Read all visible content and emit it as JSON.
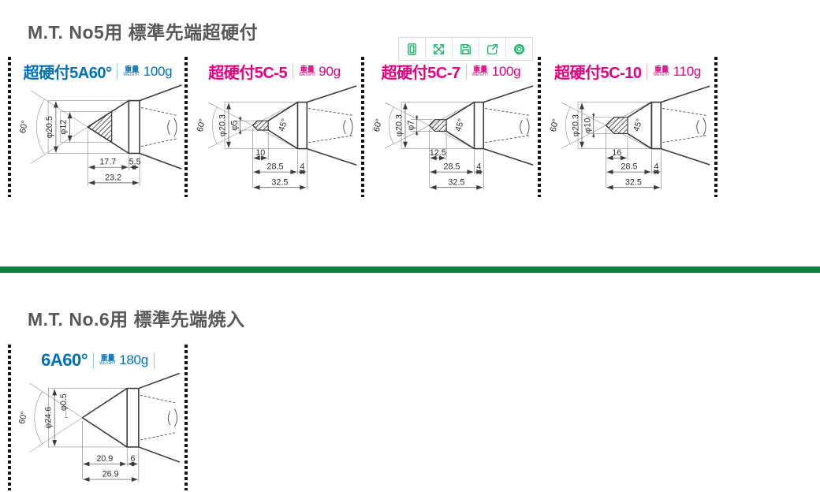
{
  "colors": {
    "accent_blue": "#0072bc",
    "accent_magenta": "#e4007f",
    "title_gray": "#595757",
    "toolbar_icon_green": "#2bb673",
    "section_divider_green": "#0c7e3e"
  },
  "titles": {
    "section1": "M.T. No5用 標準先端超硬付",
    "section2": "M.T. No.6用 標準先端焼入"
  },
  "toolbar": {
    "icons": [
      "page-preview-icon",
      "fullscreen-icon",
      "save-icon",
      "share-icon",
      "settings-icon"
    ]
  },
  "weight_label": "重量",
  "weight_sublabel": "WEIGHT",
  "panels": [
    {
      "title": "超硬付5A60°",
      "weight": "100g",
      "accent": "blue",
      "dims": {
        "cone_angle": "60°",
        "outer_dia": "φ20.5",
        "tip_dia": "φ12",
        "tip_len": "17.7",
        "shoulder_len": "5.5",
        "total_len": "23.2"
      }
    },
    {
      "title": "超硬付5C-5",
      "weight": "90g",
      "accent": "magenta",
      "dims": {
        "cone_angle": "60°",
        "outer_dia": "φ20.3",
        "tip_dia": "φ5",
        "taper_angle": "45°",
        "tip_len": "10",
        "body_len": "28.5",
        "shoulder_len": "4",
        "total_len": "32.5"
      }
    },
    {
      "title": "超硬付5C-7",
      "weight": "100g",
      "accent": "magenta",
      "dims": {
        "cone_angle": "60°",
        "outer_dia": "φ20.3",
        "tip_dia": "φ7",
        "taper_angle": "45°",
        "tip_len": "12.5",
        "body_len": "28.5",
        "shoulder_len": "4",
        "total_len": "32.5"
      }
    },
    {
      "title": "超硬付5C-10",
      "weight": "110g",
      "accent": "magenta",
      "dims": {
        "cone_angle": "60°",
        "outer_dia": "φ20.3",
        "tip_dia": "φ10",
        "taper_angle": "45°",
        "tip_len": "16",
        "body_len": "28.5",
        "shoulder_len": "4",
        "total_len": "32.5"
      }
    }
  ],
  "bottom_panel": {
    "title": "6A60°",
    "weight": "180g",
    "accent": "blue",
    "dims": {
      "cone_angle": "60°",
      "outer_dia": "φ24.6",
      "tip_dia": "φ0.5",
      "tip_len": "20.9",
      "shoulder_len": "6",
      "total_len": "26.9"
    }
  }
}
